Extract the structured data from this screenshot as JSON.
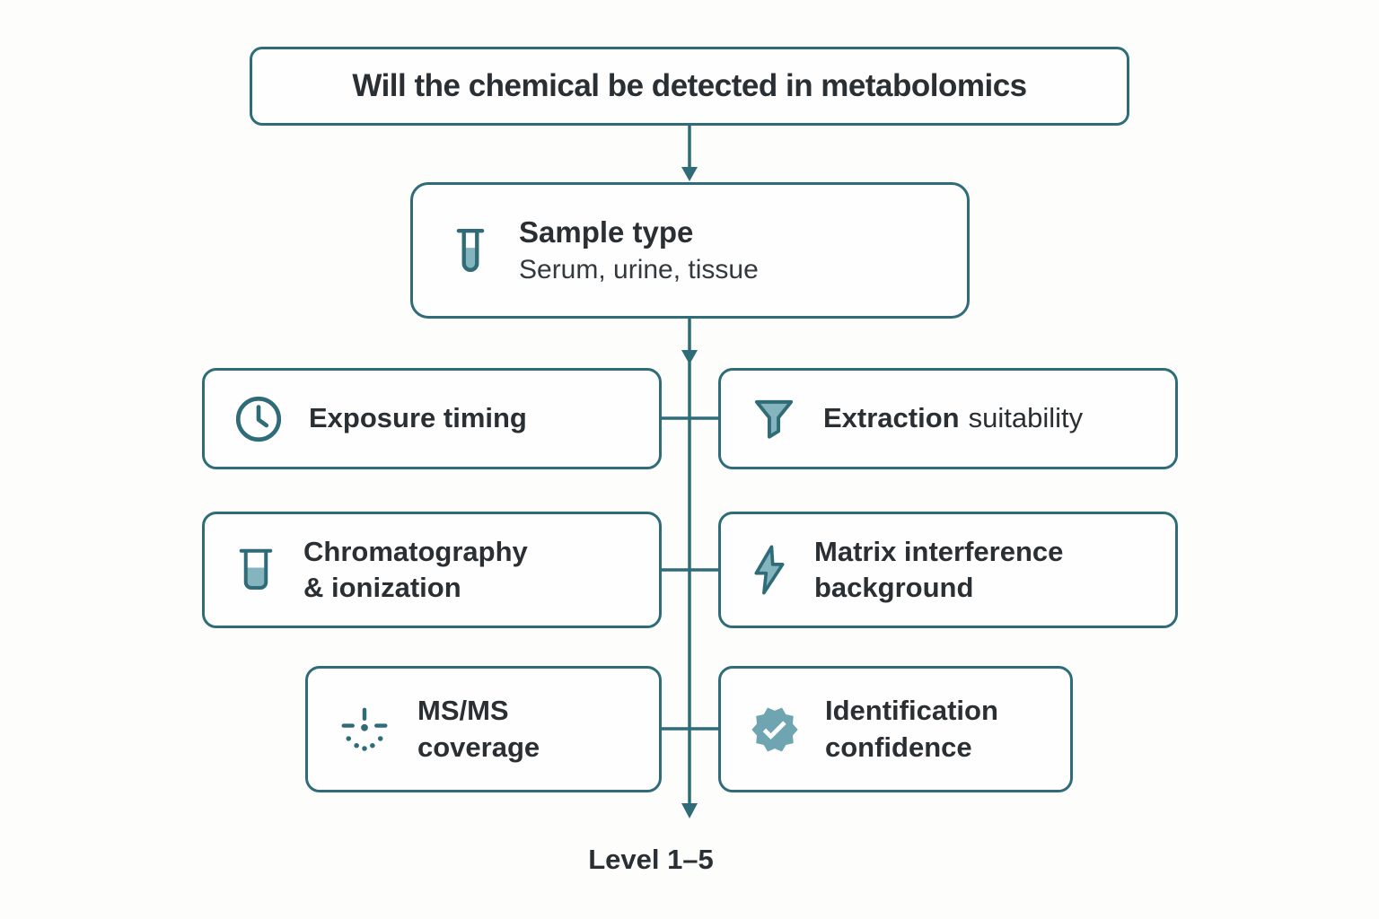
{
  "diagram": {
    "title": "Will the chemical be detected in metabolomics",
    "sample_node": {
      "title": "Sample type",
      "subtitle": "Serum, urine, tissue",
      "icon": "test-tube-icon"
    },
    "factor_nodes": [
      {
        "id": "exposure-timing",
        "icon": "clock-icon",
        "line1": "Exposure timing"
      },
      {
        "id": "extraction-suitability",
        "icon": "funnel-icon",
        "line1": "Extraction",
        "line1_light": "suitability"
      },
      {
        "id": "chromatography-ionization",
        "icon": "beaker-icon",
        "line1": "Chromatography",
        "line2": "& ionization"
      },
      {
        "id": "matrix-interference",
        "icon": "lightning-icon",
        "line1": "Matrix interference",
        "line2": "background"
      },
      {
        "id": "msms-coverage",
        "icon": "sparkle-icon",
        "line1": "MS/MS",
        "line2": "coverage"
      },
      {
        "id": "identification-confidence",
        "icon": "badge-check-icon",
        "line1": "Identification",
        "line2": "confidence"
      }
    ],
    "result_label": "Level 1–5",
    "colors": {
      "line": "#2f6c78",
      "border": "#2f6c78",
      "icon_fill": "#84b5bf",
      "text": "#2a2f34"
    }
  }
}
